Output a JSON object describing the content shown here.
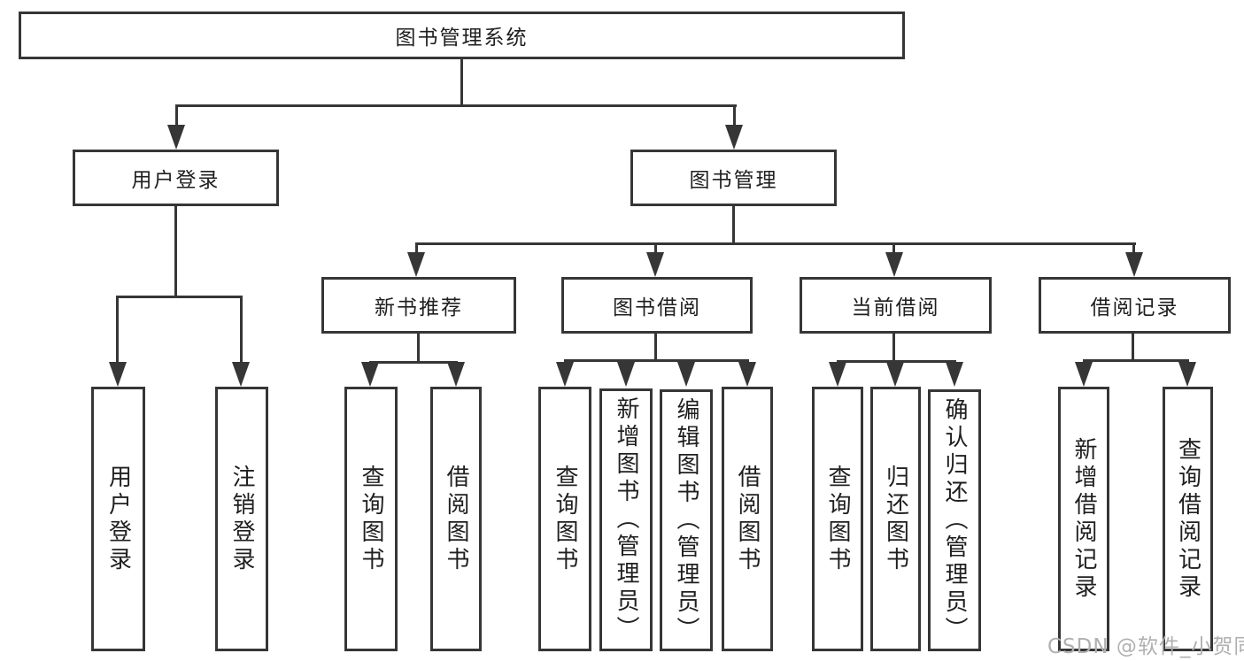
{
  "diagram": {
    "title": "图书管理系统",
    "nodes": {
      "root": "图书管理系统",
      "user_login": "用户登录",
      "book_mgmt": "图书管理",
      "new_book_rec": "新书推荐",
      "book_borrow": "图书借阅",
      "current_borrow": "当前借阅",
      "borrow_record": "借阅记录",
      "leaf_user_login": "用户登录",
      "leaf_logout": "注销登录",
      "rec_query_book": "查询图书",
      "rec_borrow_book": "借阅图书",
      "bb_query_book": "查询图书",
      "bb_add_book": "新增图书（管理员）",
      "bb_edit_book": "编辑图书（管理员）",
      "bb_borrow_book": "借阅图书",
      "cb_query_book": "查询图书",
      "cb_return_book": "归还图书",
      "cb_confirm_return": "确认归还（管理员）",
      "br_add_record": "新增借阅记录",
      "br_query_record": "查询借阅记录"
    }
  },
  "watermark": "CSDN @软件_小贺同学",
  "colors": {
    "line": "#363636",
    "text": "#1f1f1f",
    "box_fill": "#ffffff",
    "background": "#ffffff",
    "watermark": "#b0b0b0"
  }
}
